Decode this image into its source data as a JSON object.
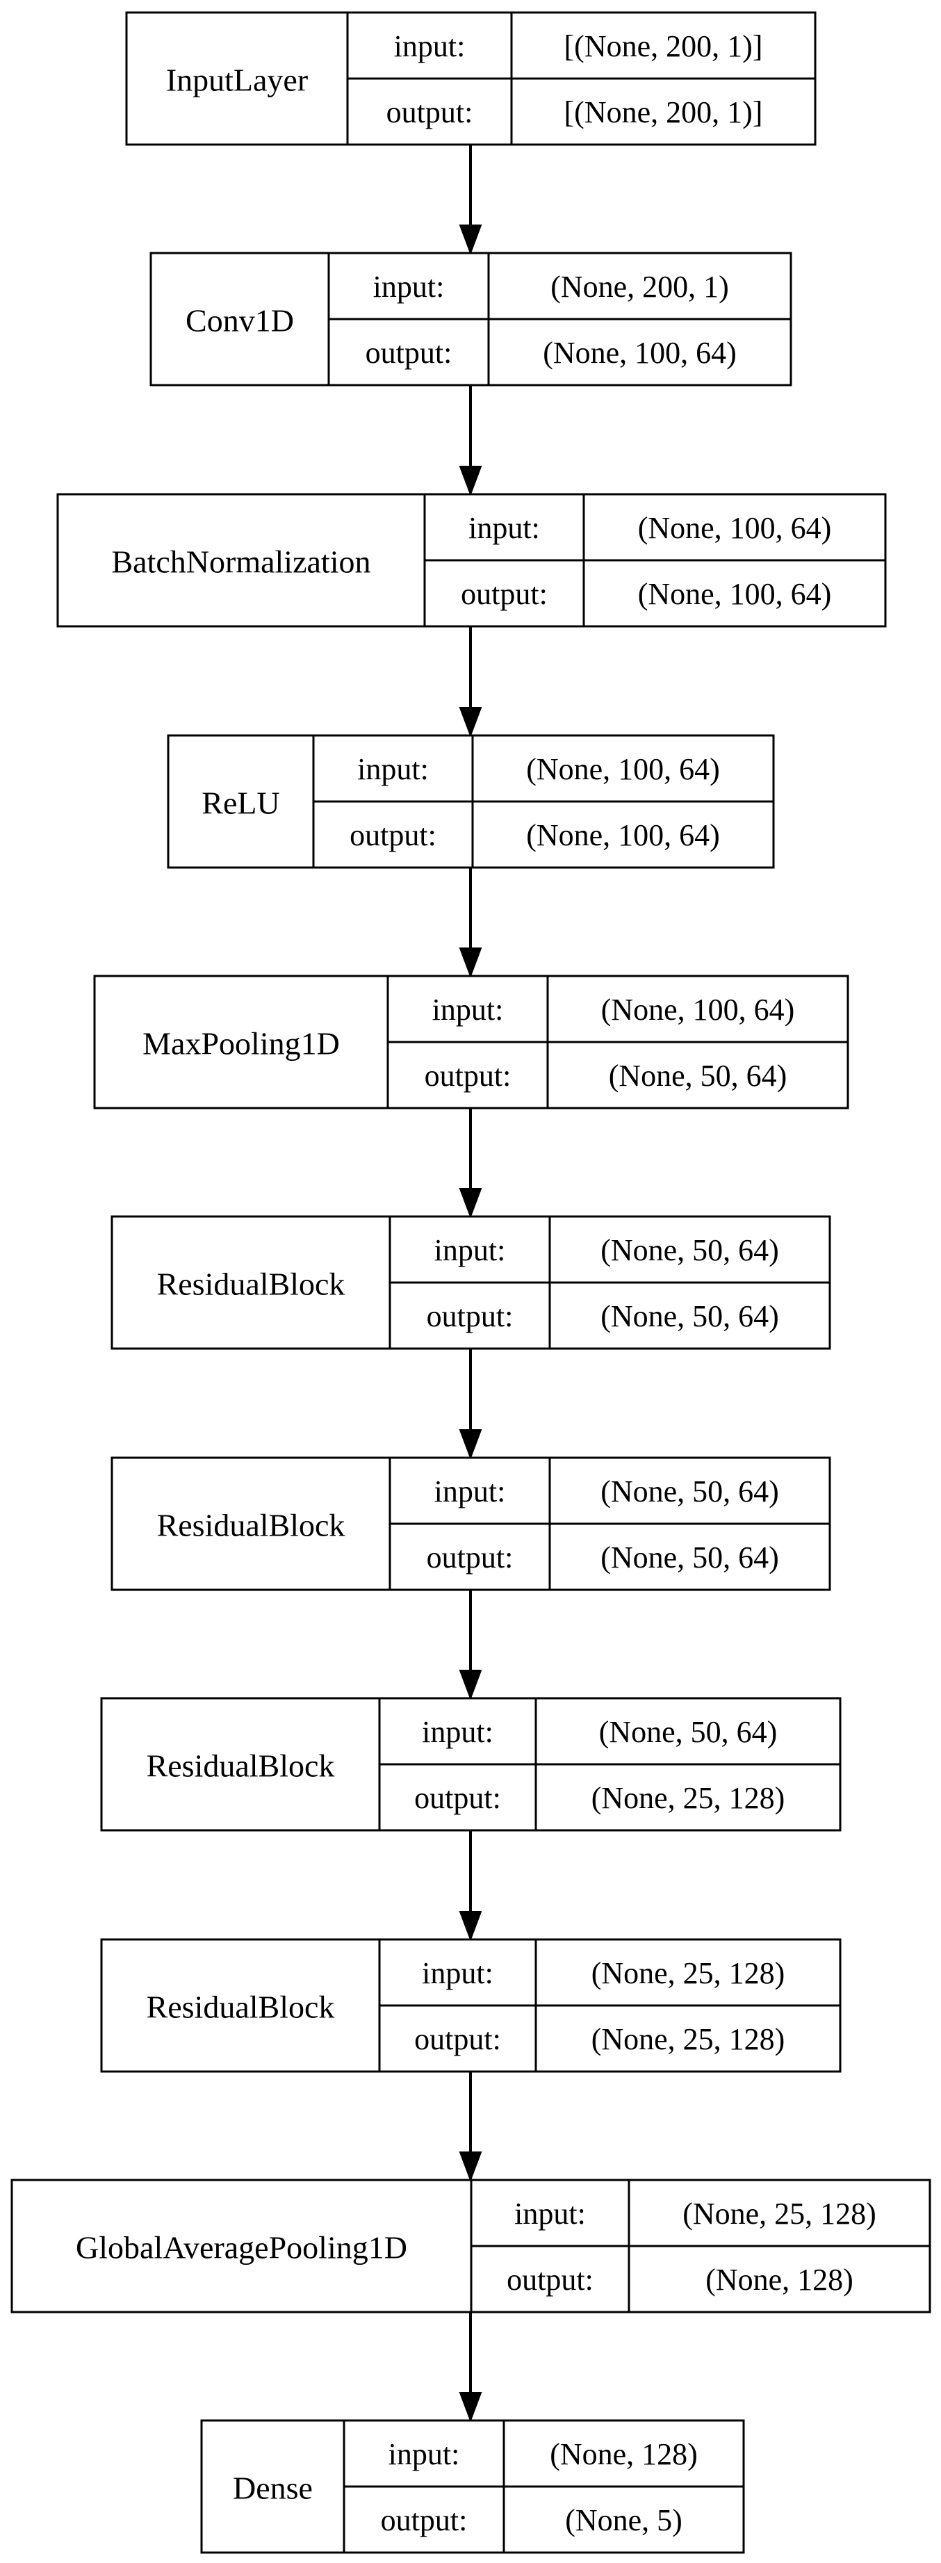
{
  "diagram": {
    "kind": "keras-model-plot",
    "labels": {
      "input": "input:",
      "output": "output:"
    },
    "colors": {
      "stroke": "#000000",
      "fill": "#ffffff",
      "text": "#000000"
    },
    "layers": [
      {
        "name": "InputLayer",
        "input": "[(None, 200, 1)]",
        "output": "[(None, 200, 1)]"
      },
      {
        "name": "Conv1D",
        "input": "(None, 200, 1)",
        "output": "(None, 100, 64)"
      },
      {
        "name": "BatchNormalization",
        "input": "(None, 100, 64)",
        "output": "(None, 100, 64)"
      },
      {
        "name": "ReLU",
        "input": "(None, 100, 64)",
        "output": "(None, 100, 64)"
      },
      {
        "name": "MaxPooling1D",
        "input": "(None, 100, 64)",
        "output": "(None, 50, 64)"
      },
      {
        "name": "ResidualBlock",
        "input": "(None, 50, 64)",
        "output": "(None, 50, 64)"
      },
      {
        "name": "ResidualBlock",
        "input": "(None, 50, 64)",
        "output": "(None, 50, 64)"
      },
      {
        "name": "ResidualBlock",
        "input": "(None, 50, 64)",
        "output": "(None, 25, 128)"
      },
      {
        "name": "ResidualBlock",
        "input": "(None, 25, 128)",
        "output": "(None, 25, 128)"
      },
      {
        "name": "GlobalAveragePooling1D",
        "input": "(None, 25, 128)",
        "output": "(None, 128)"
      },
      {
        "name": "Dense",
        "input": "(None, 128)",
        "output": "(None, 5)"
      }
    ],
    "edges": [
      [
        0,
        1
      ],
      [
        1,
        2
      ],
      [
        2,
        3
      ],
      [
        3,
        4
      ],
      [
        4,
        5
      ],
      [
        5,
        6
      ],
      [
        6,
        7
      ],
      [
        7,
        8
      ],
      [
        8,
        9
      ],
      [
        9,
        10
      ]
    ]
  }
}
